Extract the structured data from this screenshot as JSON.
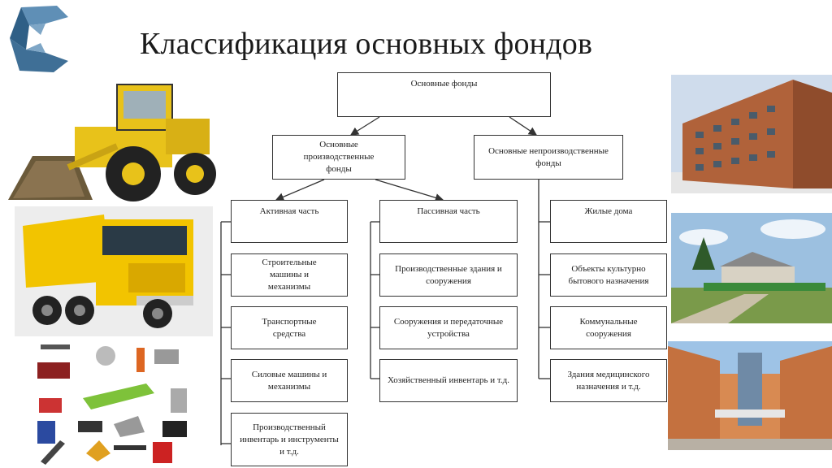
{
  "title": "Классификация основных фондов",
  "tree": {
    "root": "Основные фонды",
    "production": "Основные производственные фонды",
    "nonproduction": "Основные непроизводственные фонды",
    "active": {
      "label": "Активная часть",
      "items": [
        "Строительные машины и механизмы",
        "Транспортные средства",
        "Силовые машины и механизмы",
        "Производственный инвентарь и инструменты и т.д."
      ]
    },
    "passive": {
      "label": "Пассивная часть",
      "items": [
        "Производственные здания и сооружения",
        "Сооружения и передаточные устройства",
        "Хозяйственный инвентарь и т.д."
      ]
    },
    "nonprod_items": [
      "Жилые дома",
      "Объекты культурно бытового назначения",
      "Коммунальные сооружения",
      "Здания медицинского назначения и т.д."
    ]
  },
  "colors": {
    "logo": "#3f6f96",
    "machine_yellow": "#e8c21a",
    "brick": "#b0623a"
  }
}
